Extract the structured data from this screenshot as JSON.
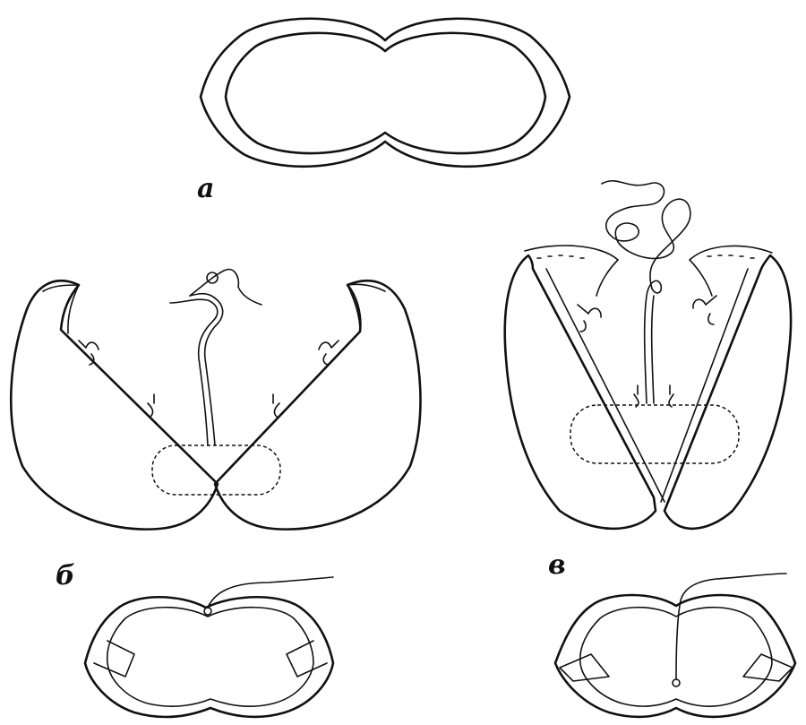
{
  "labels": {
    "a": "а",
    "b": "б",
    "v": "в"
  }
}
